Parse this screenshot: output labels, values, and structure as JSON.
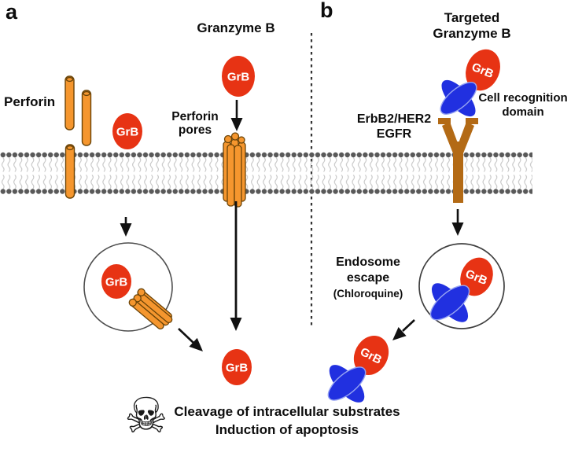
{
  "figure": {
    "grb": "GrB",
    "panel_a": {
      "label": "a",
      "granzyme_b": "Granzyme B",
      "perforin": "Perforin",
      "pores_line1": "Perforin",
      "pores_line2": "pores"
    },
    "panel_b": {
      "label": "b",
      "targeted_line1": "Targeted",
      "targeted_line2": "Granzyme B",
      "recognition_line1": "Cell recognition",
      "recognition_line2": "domain",
      "receptor_line1": "ErbB2/HER2",
      "receptor_line2": "EGFR",
      "endosome_line1": "Endosome",
      "endosome_line2": "escape",
      "endosome_line3": "(Chloroquine)"
    },
    "footer": {
      "line1": "Cleavage of intracellular substrates",
      "line2": "Induction of apoptosis",
      "skull_icon": "☠"
    },
    "colors": {
      "granzyme_red": "#e73314",
      "perforin_orange": "#f5962e",
      "perforin_outline": "#6b4408",
      "antibody_blue": "#2130e0",
      "receptor_brown": "#b36a15",
      "membrane_dot": "#595959",
      "membrane_tail": "#c6c6c6",
      "text": "#0d0d0d"
    }
  }
}
